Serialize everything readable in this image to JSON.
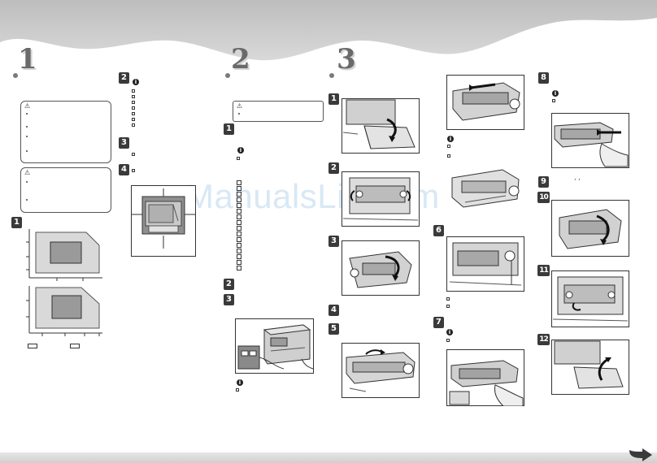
{
  "sections": [
    {
      "number": "1"
    },
    {
      "number": "2"
    },
    {
      "number": "3"
    }
  ],
  "steps": {
    "col1": [
      "2",
      "3",
      "4",
      "1"
    ],
    "col2": [
      "1",
      "2",
      "3"
    ],
    "col3": [
      "1",
      "2",
      "3",
      "4",
      "5"
    ],
    "col4": [
      "6",
      "7"
    ],
    "col5": [
      "8",
      "9",
      "10",
      "11",
      "12"
    ]
  },
  "watermark": "ManualsLib.com",
  "icons": {
    "info": "i",
    "warning": "⚠"
  },
  "colors": {
    "header_wave": "#c8c8c8",
    "watermark": "#b9d6ee",
    "step_badge": "#3a3a3a"
  }
}
